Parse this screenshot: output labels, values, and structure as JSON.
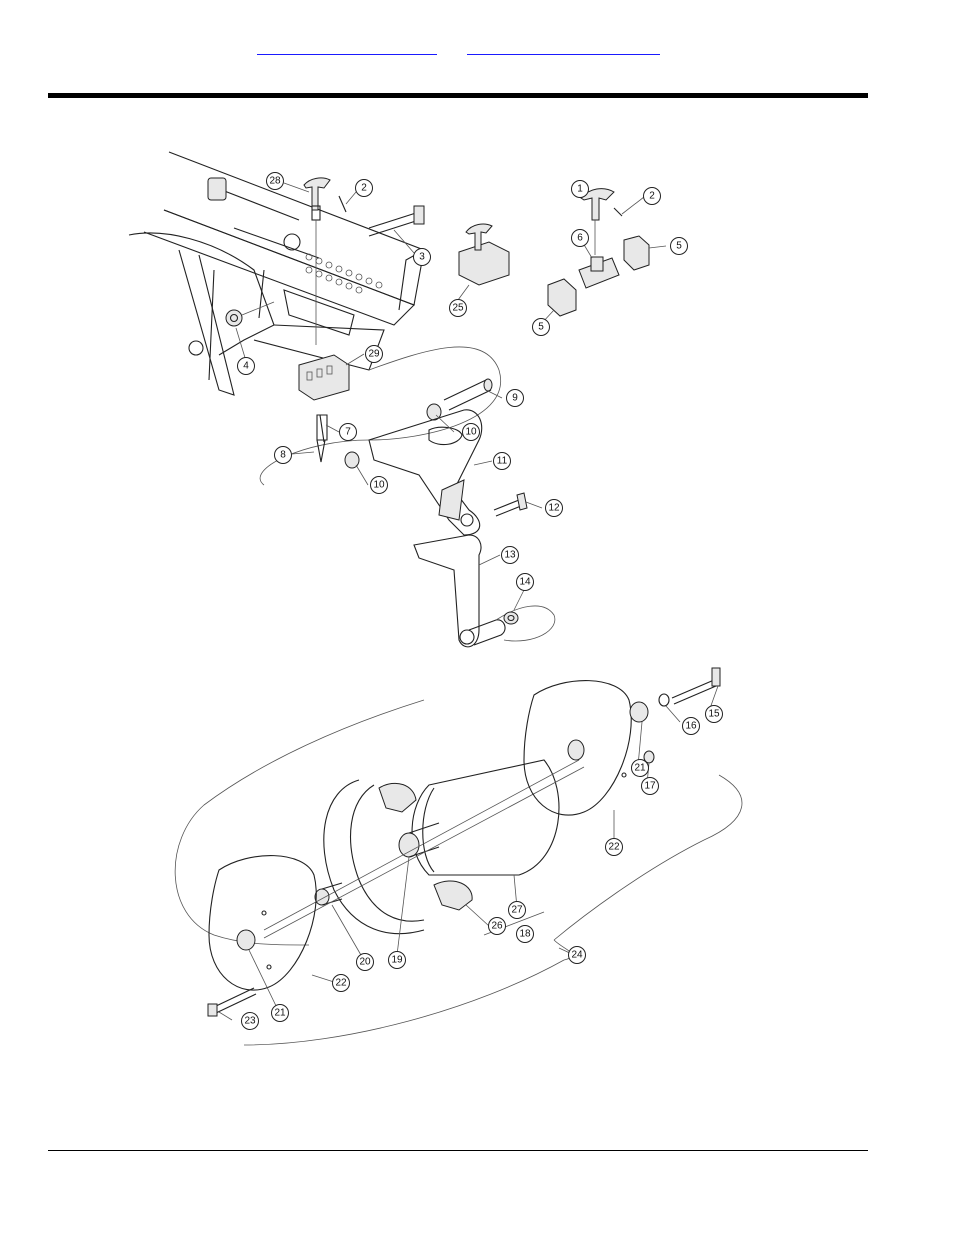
{
  "header": {
    "links": [
      {
        "label": ""
      },
      {
        "label": ""
      }
    ]
  },
  "diagram": {
    "callouts": [
      "28",
      "2",
      "3",
      "25",
      "1",
      "2",
      "6",
      "5",
      "5",
      "4",
      "29",
      "9",
      "10",
      "7",
      "8",
      "10",
      "11",
      "12",
      "13",
      "14",
      "15",
      "16",
      "21",
      "17",
      "22",
      "27",
      "26",
      "18",
      "24",
      "20",
      "19",
      "22",
      "21",
      "23"
    ]
  }
}
